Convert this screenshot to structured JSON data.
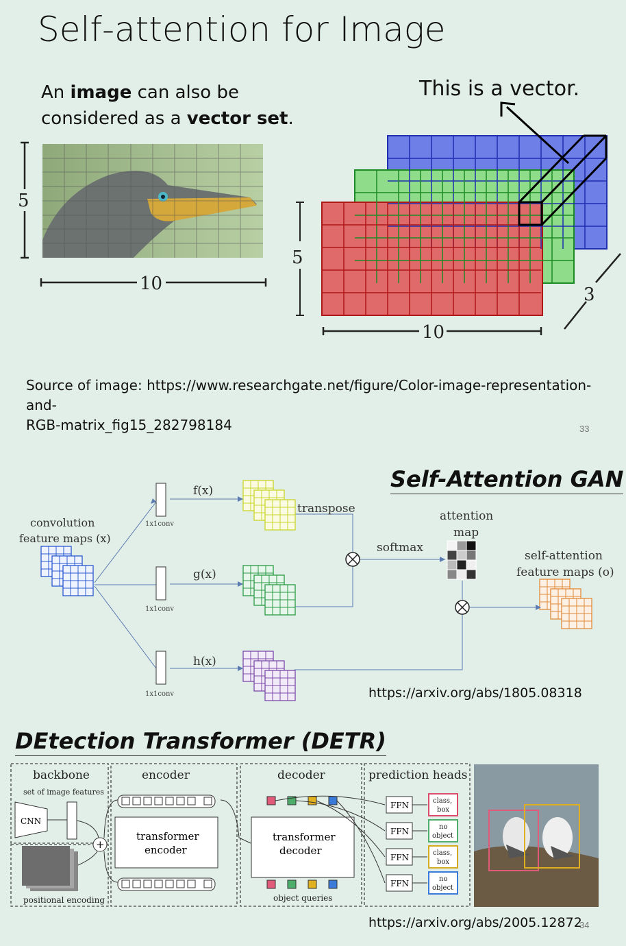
{
  "slide1": {
    "title": "Self-attention for Image",
    "intro": {
      "line1_pre": "An ",
      "line1_bold": "image",
      "line1_post": " can also be",
      "line2_pre": "considered as a ",
      "line2_bold": "vector set",
      "line2_post": "."
    },
    "vector_note": "This is a vector.",
    "photo_height_label": "5",
    "photo_width_label": "10",
    "tensor_height_label": "5",
    "tensor_width_label": "10",
    "tensor_depth_label": "3",
    "source_line1": "Source of image: https://www.researchgate.net/figure/Color-image-representation-and-",
    "source_line2": "RGB-matrix_fig15_282798184",
    "page_number": "33"
  },
  "sagan": {
    "heading": "Self-Attention GAN",
    "input_label_1": "convolution",
    "input_label_2": "feature maps (x)",
    "conv_label": "1x1conv",
    "fx": "f(x)",
    "gx": "g(x)",
    "hx": "h(x)",
    "transpose": "transpose",
    "softmax": "softmax",
    "attention_1": "attention",
    "attention_2": "map",
    "output_1": "self-attention",
    "output_2": "feature maps (o)",
    "url": "https://arxiv.org/abs/1805.08318"
  },
  "detr": {
    "heading": "DEtection Transformer (DETR)",
    "backbone": "backbone",
    "image_features": "set of image features",
    "cnn": "CNN",
    "positional_encoding": "positional encoding",
    "encoder": "encoder",
    "transformer_encoder_1": "transformer",
    "transformer_encoder_2": "encoder",
    "decoder": "decoder",
    "transformer_decoder_1": "transformer",
    "transformer_decoder_2": "decoder",
    "object_queries": "object queries",
    "prediction_heads": "prediction heads",
    "ffn": "FFN",
    "class_1": "class,",
    "class_2": "box",
    "no_1": "no",
    "no_2": "object",
    "url": "https://arxiv.org/abs/2005.12872",
    "page_number": "34"
  },
  "colors": {
    "red": "#e06a6a",
    "green": "#8fdc8a",
    "blue": "#6f7fe8"
  }
}
